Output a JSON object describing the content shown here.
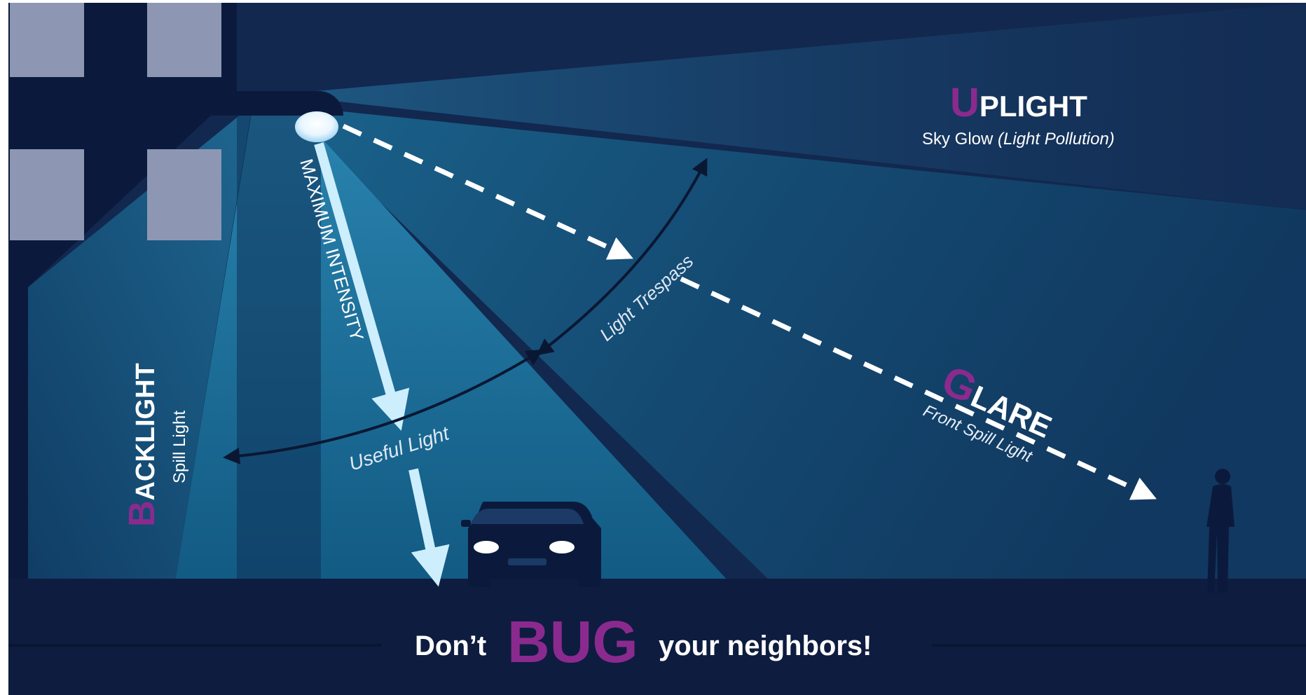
{
  "uplight": {
    "initial": "U",
    "rest": "PLIGHT",
    "sub_plain": "Sky Glow",
    "sub_italic": "(Light Pollution)"
  },
  "glare": {
    "initial": "G",
    "rest": "LARE",
    "sub": "Front Spill Light"
  },
  "backlight": {
    "initial": "B",
    "rest": "ACKLIGHT",
    "sub": "Spill Light"
  },
  "labels": {
    "max_intensity": "MAXIMUM INTENSITY",
    "light_trespass": "Light Trespass",
    "useful_light": "Useful Light"
  },
  "slogan": {
    "before": "Don’t",
    "big": "BUG",
    "after": "your neighbors!"
  },
  "colors": {
    "background_dark": "#0b1a3c",
    "night_sky": "#12284f",
    "accent_purple": "#8b2a8e",
    "text_white": "#ffffff",
    "arrow_light": "#cdeefc",
    "arrow_dark": "#0a1733"
  },
  "icons": {
    "street_lamp": "street-lamp-icon",
    "car": "car-icon",
    "pedestrian": "person-silhouette-icon",
    "building": "building-icon"
  }
}
